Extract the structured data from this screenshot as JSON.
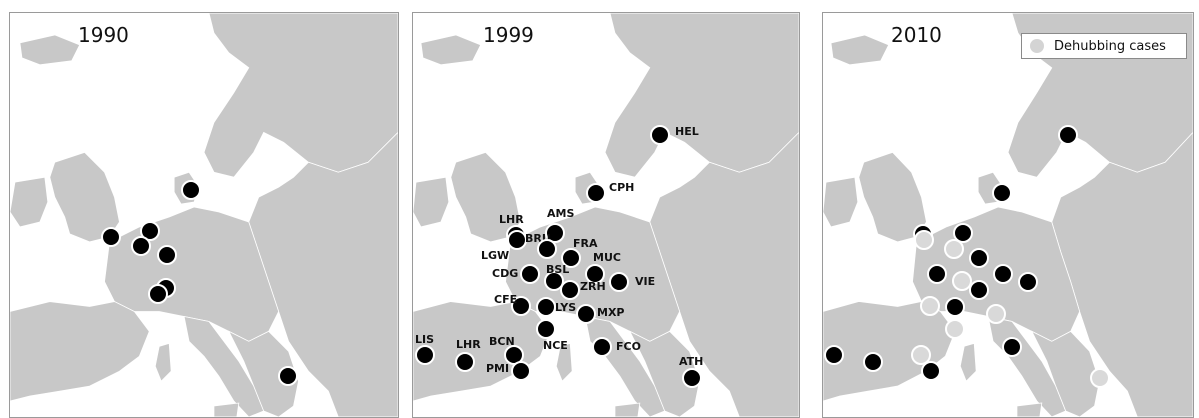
{
  "colors": {
    "land": "#c8c8c8",
    "sea": "#ffffff",
    "hub_dot": "#000000",
    "dehub_dot": "#d9d9d9",
    "border": "#ffffff"
  },
  "panels": {
    "p1990": {
      "year": "1990"
    },
    "p1999": {
      "year": "1999"
    },
    "p2010": {
      "year": "2010"
    }
  },
  "legend": {
    "label": "Dehubbing cases",
    "icon": "light-circle-icon"
  },
  "airport_codes_1999": [
    "HEL",
    "CPH",
    "AMS",
    "LHR",
    "BRU",
    "FRA",
    "LGW",
    "MUC",
    "CDG",
    "BSL",
    "VIE",
    "ZRH",
    "CFE",
    "LYS",
    "MXP",
    "LIS",
    "LHR",
    "BCN",
    "NCE",
    "FCO",
    "ATH",
    "PMI"
  ]
}
